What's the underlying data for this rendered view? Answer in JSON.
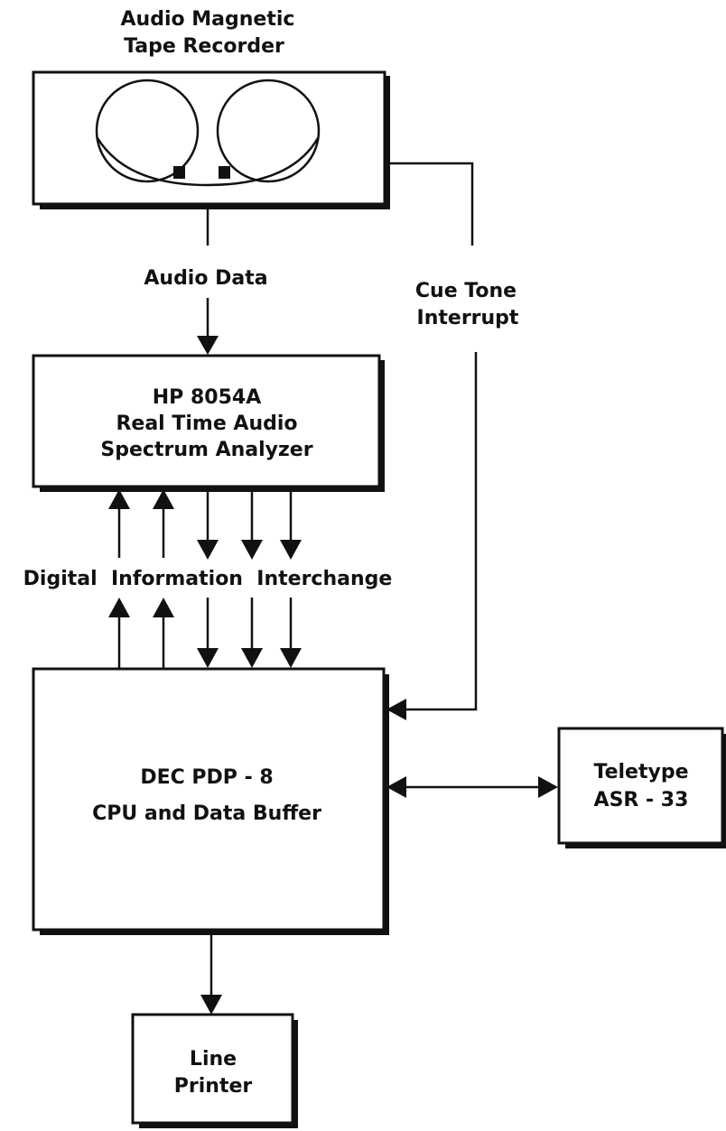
{
  "recorder": {
    "title_line1": "Audio Magnetic",
    "title_line2": "Tape Recorder"
  },
  "links": {
    "audio_data": "Audio Data",
    "cue_tone_line1": "Cue Tone",
    "cue_tone_line2": "Interrupt",
    "interchange": "Digital  Information  Interchange"
  },
  "analyzer": {
    "line1": "HP  8054A",
    "line2": "Real Time Audio",
    "line3": "Spectrum  Analyzer"
  },
  "cpu": {
    "line1": "DEC  PDP - 8",
    "line2": "CPU  and  Data  Buffer"
  },
  "teletype": {
    "line1": "Teletype",
    "line2": "ASR - 33"
  },
  "printer": {
    "line1": "Line",
    "line2": "Printer"
  },
  "colors": {
    "ink": "#111111",
    "paper": "#ffffff"
  }
}
